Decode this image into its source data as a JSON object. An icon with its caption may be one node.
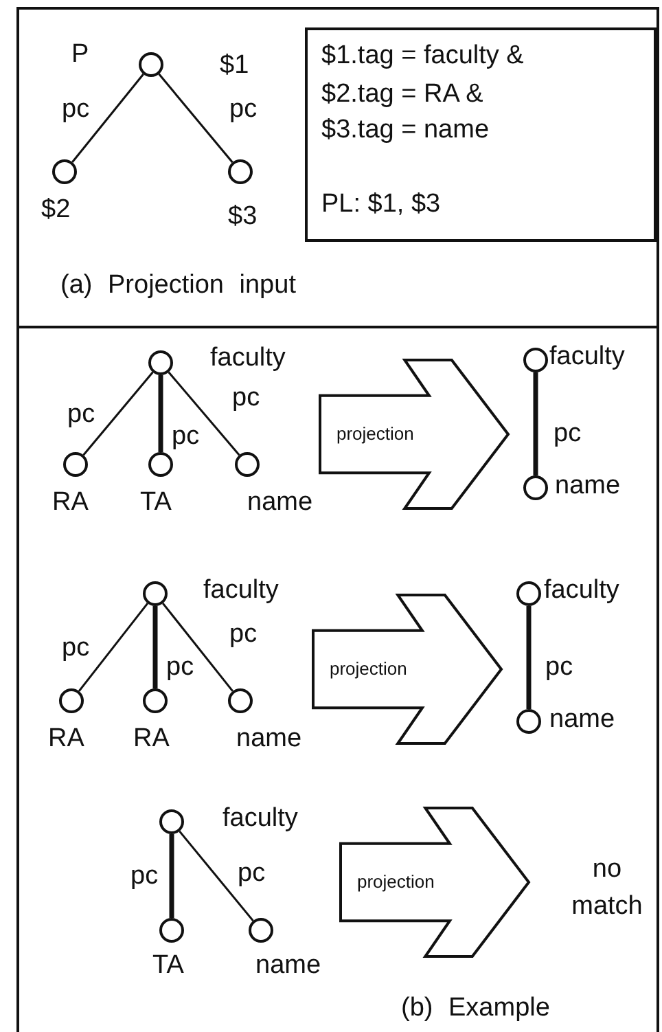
{
  "diagram": {
    "nodes": [
      {
        "text": [
          "(a) Projection input"
        ]
      },
      {
        "text": [],
        "shape": "circle",
        "in": 0,
        "beside": [
          "P",
          "$1"
        ]
      },
      {
        "text": [],
        "shape": "circle",
        "in": 0,
        "beside": [
          "$2"
        ]
      },
      {
        "text": [],
        "shape": "circle",
        "in": 0,
        "beside": [
          "$3"
        ]
      },
      {
        "text": [
          "$1.tag = faculty &",
          "$2.tag = RA &",
          "$3.tag = name",
          "PL: $1, $3"
        ],
        "in": 0
      },
      {
        "text": [
          "(b) Example"
        ]
      },
      {
        "text": [],
        "shape": "circle",
        "in": 5,
        "beside": [
          "faculty"
        ]
      },
      {
        "text": [],
        "shape": "circle",
        "in": 5,
        "beside": [
          "RA"
        ]
      },
      {
        "text": [],
        "shape": "circle",
        "in": 5,
        "beside": [
          "TA"
        ]
      },
      {
        "text": [],
        "shape": "circle",
        "in": 5,
        "beside": [
          "name"
        ]
      },
      {
        "text": [
          "projection"
        ],
        "in": 5
      },
      {
        "text": [],
        "shape": "circle",
        "in": 5,
        "beside": [
          "faculty"
        ]
      },
      {
        "text": [],
        "shape": "circle",
        "in": 5,
        "beside": [
          "name"
        ]
      },
      {
        "text": [],
        "shape": "circle",
        "in": 5,
        "beside": [
          "faculty"
        ]
      },
      {
        "text": [],
        "shape": "circle",
        "in": 5,
        "beside": [
          "RA"
        ]
      },
      {
        "text": [],
        "shape": "circle",
        "in": 5,
        "beside": [
          "RA"
        ]
      },
      {
        "text": [],
        "shape": "circle",
        "in": 5,
        "beside": [
          "name"
        ]
      },
      {
        "text": [
          "projection"
        ],
        "in": 5
      },
      {
        "text": [],
        "shape": "circle",
        "in": 5,
        "beside": [
          "faculty"
        ]
      },
      {
        "text": [],
        "shape": "circle",
        "in": 5,
        "beside": [
          "name"
        ]
      },
      {
        "text": [],
        "shape": "circle",
        "in": 5,
        "beside": [
          "faculty"
        ]
      },
      {
        "text": [],
        "shape": "circle",
        "in": 5,
        "beside": [
          "TA"
        ]
      },
      {
        "text": [],
        "shape": "circle",
        "in": 5,
        "beside": [
          "name"
        ]
      },
      {
        "text": [
          "projection"
        ],
        "in": 5
      }
    ],
    "edges": [
      {
        "from": 1,
        "to": 2,
        "arrow": "none",
        "label": "pc"
      },
      {
        "from": 1,
        "to": 3,
        "arrow": "none",
        "label": "pc"
      },
      {
        "from": 6,
        "to": 7,
        "arrow": "none",
        "label": "pc"
      },
      {
        "from": 6,
        "to": 8,
        "arrow": "none",
        "label": "pc",
        "style": "thick"
      },
      {
        "from": 6,
        "to": 9,
        "arrow": "none",
        "label": "pc"
      },
      {
        "from": 11,
        "to": 12,
        "arrow": "none",
        "label": "pc",
        "style": "thick"
      },
      {
        "from": 13,
        "to": 14,
        "arrow": "none",
        "label": "pc"
      },
      {
        "from": 13,
        "to": 15,
        "arrow": "none",
        "label": "pc",
        "style": "thick"
      },
      {
        "from": 13,
        "to": 16,
        "arrow": "none",
        "label": "pc"
      },
      {
        "from": 18,
        "to": 19,
        "arrow": "none",
        "label": "pc",
        "style": "thick"
      },
      {
        "from": 20,
        "to": 21,
        "arrow": "none",
        "label": "pc",
        "style": "thick"
      },
      {
        "from": 20,
        "to": 22,
        "arrow": "none",
        "label": "pc"
      }
    ],
    "labels": [
      "no match"
    ]
  }
}
